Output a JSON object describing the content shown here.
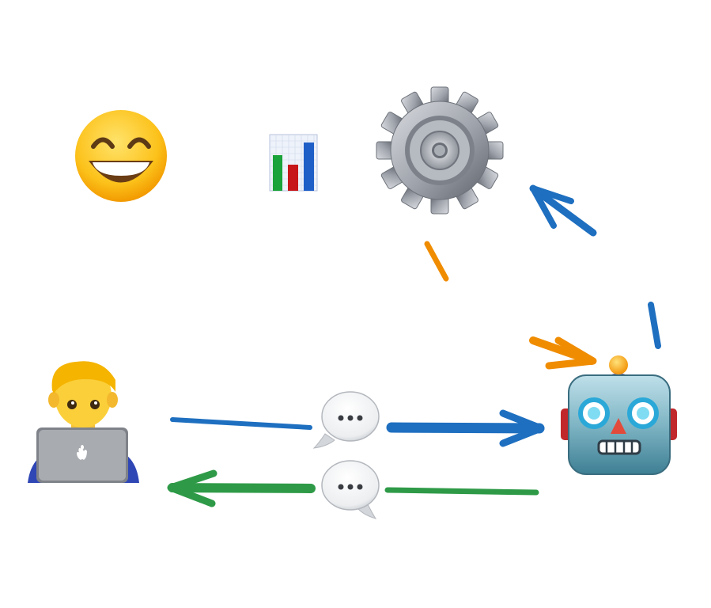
{
  "nodes": [
    {
      "id": "happy-face",
      "icon": "grinning-face-icon"
    },
    {
      "id": "bar-chart",
      "icon": "bar-chart-icon"
    },
    {
      "id": "gear",
      "icon": "gear-icon"
    },
    {
      "id": "developer",
      "icon": "man-technologist-icon"
    },
    {
      "id": "robot",
      "icon": "robot-icon"
    },
    {
      "id": "message-out",
      "icon": "speech-bubble-icon"
    },
    {
      "id": "message-in",
      "icon": "speech-bubble-icon"
    }
  ],
  "edges": [
    {
      "from": "developer",
      "to": "robot",
      "via": "message-out",
      "color": "#1e6fc0"
    },
    {
      "from": "robot",
      "to": "developer",
      "via": "message-in",
      "color": "#2e9a47"
    },
    {
      "from": "robot",
      "to": "gear",
      "color": "#1e6fc0"
    },
    {
      "from": "gear",
      "to": "robot",
      "color": "#f08c00"
    }
  ],
  "colors": {
    "request": "#1e6fc0",
    "response": "#2e9a47",
    "tool_result": "#f08c00"
  }
}
